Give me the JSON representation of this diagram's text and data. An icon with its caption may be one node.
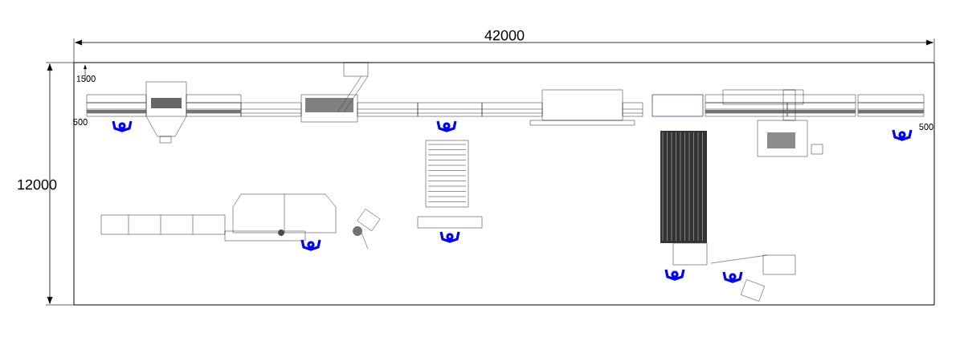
{
  "diagram": {
    "labels": [
      "42000",
      "12000",
      "1500",
      "500",
      "500"
    ]
  }
}
